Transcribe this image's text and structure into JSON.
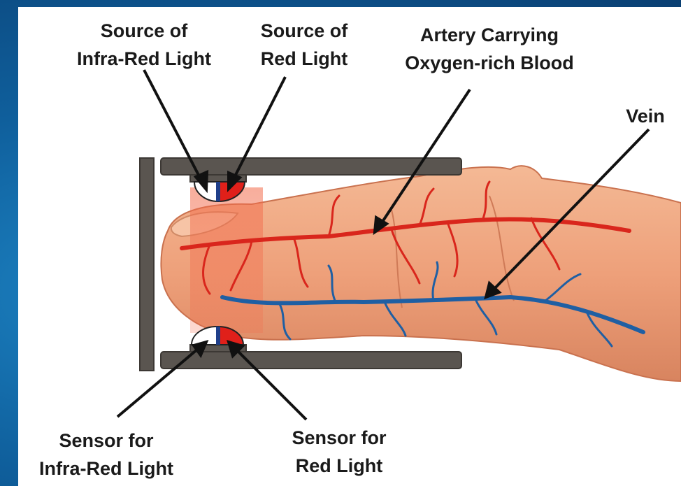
{
  "labels": {
    "source_ir": [
      "Source of",
      "Infra-Red Light"
    ],
    "source_red": [
      "Source of",
      "Red Light"
    ],
    "artery": [
      "Artery Carrying",
      "Oxygen-rich Blood"
    ],
    "vein": [
      "Vein"
    ],
    "sensor_ir": [
      "Sensor for",
      "Infra-Red Light"
    ],
    "sensor_red": [
      "Sensor for",
      "Red Light"
    ]
  },
  "colors": {
    "frame": "#5a5550",
    "skin": "#f0a882",
    "skin_shade": "#d9825e",
    "artery": "#d9261c",
    "vein": "#1f5fa3",
    "red_led": "#e0201a",
    "ir_led": "#ffffff",
    "arrow": "#111111",
    "background": "#0f5f9c"
  }
}
